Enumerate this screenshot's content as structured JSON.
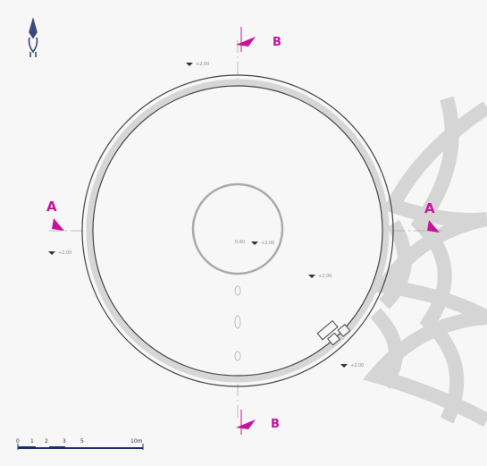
{
  "sections": {
    "a_left_label": "A",
    "a_right_label": "A",
    "b_top_label": "B",
    "b_bottom_label": "B"
  },
  "elevations": {
    "top_left": "+2,00",
    "left": "+2,00",
    "center": "+2,00",
    "center_mark": "0.60",
    "right_mid": "+2,00",
    "bottom_right": "+2,00"
  },
  "scale_bar": {
    "start": "0",
    "marks": [
      "1",
      "2",
      "3",
      "5"
    ],
    "end": "10m"
  },
  "colors": {
    "section_marker": "#c8149b",
    "wall_fill": "#d6d6d6",
    "wall_stroke": "#444444",
    "axis": "#b8b8b8",
    "watermark": "#d2d2d2",
    "background": "#f7f7f7"
  },
  "icons": {
    "north": "north-arrow-icon",
    "section": "section-arrow-icon",
    "watermark": "lattice-watermark"
  }
}
